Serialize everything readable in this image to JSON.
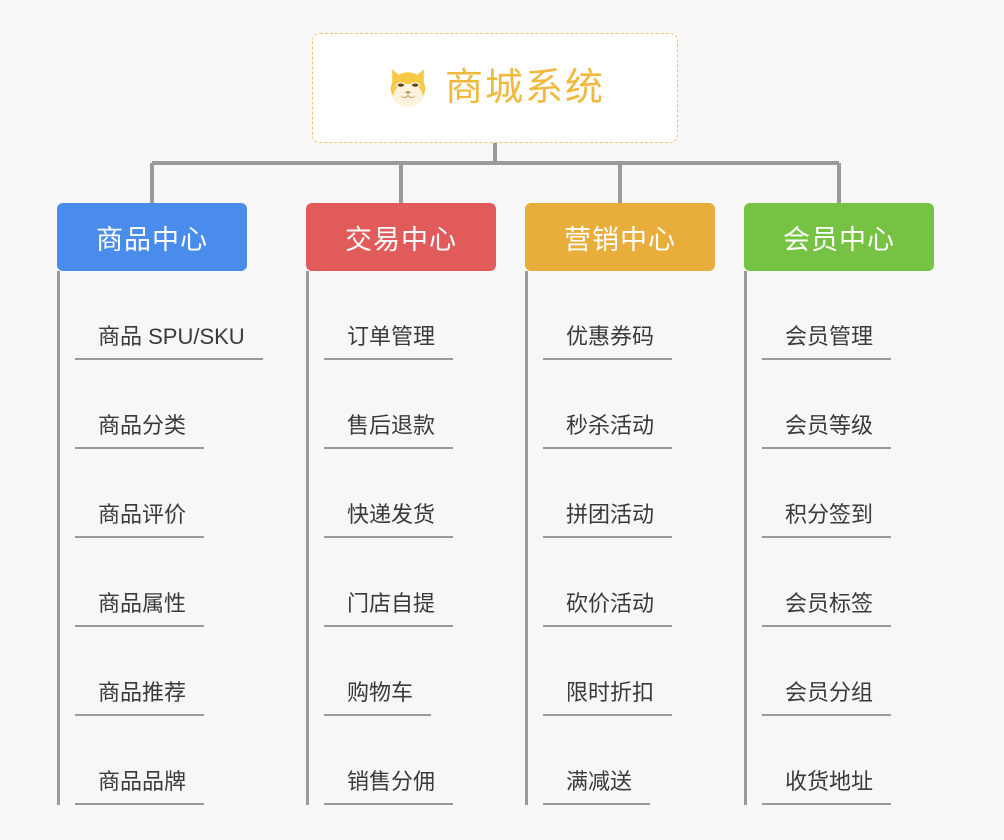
{
  "diagram": {
    "type": "org-tree",
    "background_color": "#f7f7f7",
    "root": {
      "title": "商城系统",
      "icon": "shiba-dog-face-icon",
      "text_color": "#f0b93e",
      "border_color": "#f0c36d",
      "background_color": "#ffffff"
    },
    "connector_color": "#9a9a9a",
    "branches": [
      {
        "label": "商品中心",
        "color": "#4a8cec",
        "items": [
          "商品 SPU/SKU",
          "商品分类",
          "商品评价",
          "商品属性",
          "商品推荐",
          "商品品牌"
        ]
      },
      {
        "label": "交易中心",
        "color": "#e15b5b",
        "items": [
          "订单管理",
          "售后退款",
          "快递发货",
          "门店自提",
          "购物车",
          "销售分佣"
        ]
      },
      {
        "label": "营销中心",
        "color": "#e9ad3c",
        "items": [
          "优惠券码",
          "秒杀活动",
          "拼团活动",
          "砍价活动",
          "限时折扣",
          "满减送"
        ]
      },
      {
        "label": "会员中心",
        "color": "#76c344",
        "items": [
          "会员管理",
          "会员等级",
          "积分签到",
          "会员标签",
          "会员分组",
          "收货地址"
        ]
      }
    ]
  }
}
